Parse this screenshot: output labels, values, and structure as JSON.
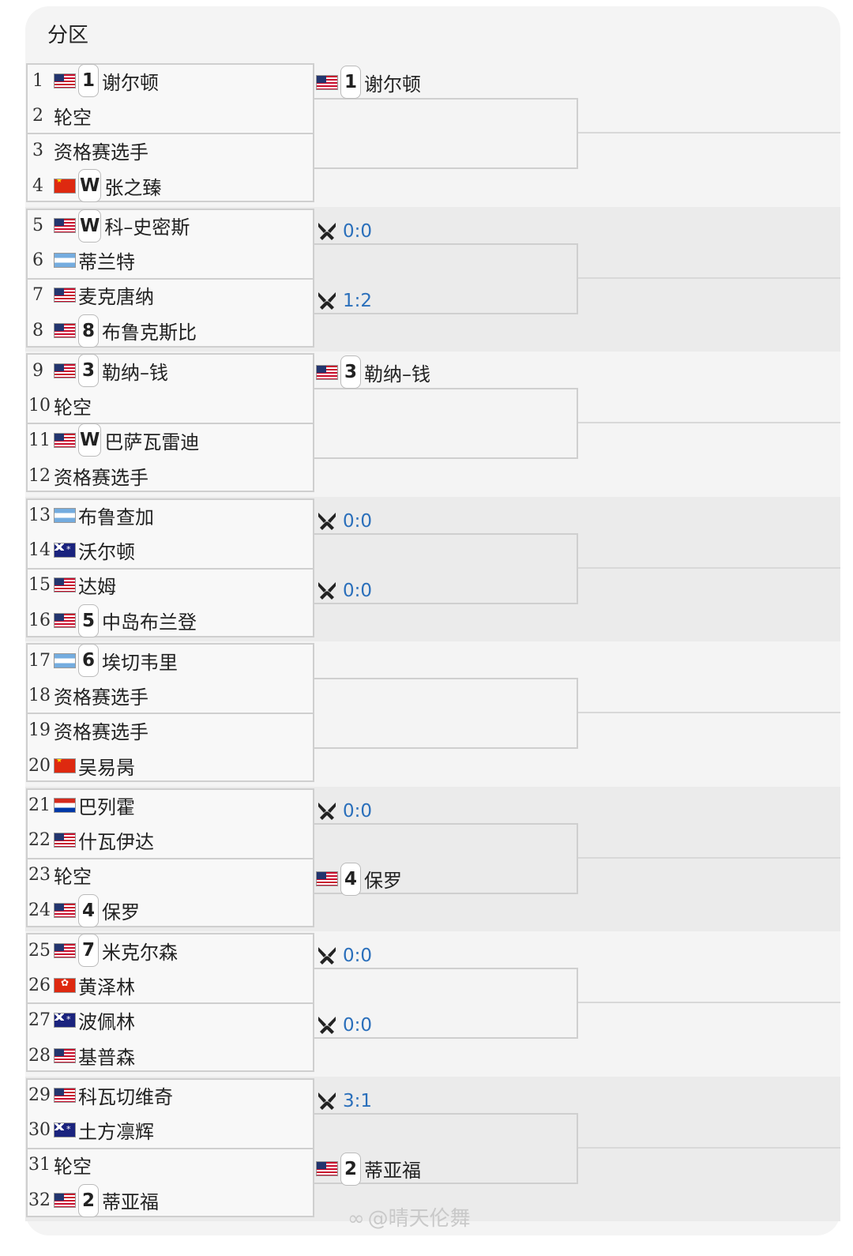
{
  "page": {
    "title": "分区"
  },
  "blocks": [
    {
      "players": [
        {
          "no": "1",
          "flag": "usa",
          "seed": "1",
          "name": "谢尔顿"
        },
        {
          "no": "2",
          "flag": "",
          "seed": "",
          "name": "轮空"
        },
        {
          "no": "3",
          "flag": "",
          "seed": "",
          "name": "资格赛选手"
        },
        {
          "no": "4",
          "flag": "chn",
          "seed": "W",
          "name": "张之臻"
        }
      ],
      "r2": [
        {
          "type": "player",
          "flag": "usa",
          "seed": "1",
          "name": "谢尔顿"
        }
      ]
    },
    {
      "players": [
        {
          "no": "5",
          "flag": "usa",
          "seed": "W",
          "name": "科–史密斯"
        },
        {
          "no": "6",
          "flag": "arg",
          "seed": "",
          "name": "蒂兰特"
        },
        {
          "no": "7",
          "flag": "usa",
          "seed": "",
          "name": "麦克唐纳"
        },
        {
          "no": "8",
          "flag": "usa",
          "seed": "8",
          "name": "布鲁克斯比"
        }
      ],
      "r2": [
        {
          "type": "score",
          "score": "0:0"
        },
        {
          "type": "score",
          "score": "1:2"
        }
      ]
    },
    {
      "players": [
        {
          "no": "9",
          "flag": "usa",
          "seed": "3",
          "name": "勒纳–钱"
        },
        {
          "no": "10",
          "flag": "",
          "seed": "",
          "name": "轮空"
        },
        {
          "no": "11",
          "flag": "usa",
          "seed": "W",
          "name": "巴萨瓦雷迪"
        },
        {
          "no": "12",
          "flag": "",
          "seed": "",
          "name": "资格赛选手"
        }
      ],
      "r2": [
        {
          "type": "player",
          "flag": "usa",
          "seed": "3",
          "name": "勒纳–钱"
        }
      ]
    },
    {
      "players": [
        {
          "no": "13",
          "flag": "arg",
          "seed": "",
          "name": "布鲁查加"
        },
        {
          "no": "14",
          "flag": "aus",
          "seed": "",
          "name": "沃尔顿"
        },
        {
          "no": "15",
          "flag": "usa",
          "seed": "",
          "name": "达姆"
        },
        {
          "no": "16",
          "flag": "usa",
          "seed": "5",
          "name": "中岛布兰登"
        }
      ],
      "r2": [
        {
          "type": "score",
          "score": "0:0"
        },
        {
          "type": "score",
          "score": "0:0"
        }
      ]
    },
    {
      "players": [
        {
          "no": "17",
          "flag": "arg",
          "seed": "6",
          "name": "埃切韦里"
        },
        {
          "no": "18",
          "flag": "",
          "seed": "",
          "name": "资格赛选手"
        },
        {
          "no": "19",
          "flag": "",
          "seed": "",
          "name": "资格赛选手"
        },
        {
          "no": "20",
          "flag": "chn",
          "seed": "",
          "name": "吴易昺"
        }
      ],
      "r2": []
    },
    {
      "players": [
        {
          "no": "21",
          "flag": "par",
          "seed": "",
          "name": "巴列霍"
        },
        {
          "no": "22",
          "flag": "usa",
          "seed": "",
          "name": "什瓦伊达"
        },
        {
          "no": "23",
          "flag": "",
          "seed": "",
          "name": "轮空"
        },
        {
          "no": "24",
          "flag": "usa",
          "seed": "4",
          "name": "保罗"
        }
      ],
      "r2": [
        {
          "type": "score",
          "score": "0:0"
        },
        {
          "type": "player",
          "flag": "usa",
          "seed": "4",
          "name": "保罗"
        }
      ]
    },
    {
      "players": [
        {
          "no": "25",
          "flag": "usa",
          "seed": "7",
          "name": "米克尔森"
        },
        {
          "no": "26",
          "flag": "hkg",
          "seed": "",
          "name": "黄泽林"
        },
        {
          "no": "27",
          "flag": "aus",
          "seed": "",
          "name": "波佩林"
        },
        {
          "no": "28",
          "flag": "usa",
          "seed": "",
          "name": "基普森"
        }
      ],
      "r2": [
        {
          "type": "score",
          "score": "0:0"
        },
        {
          "type": "score",
          "score": "0:0"
        }
      ]
    },
    {
      "players": [
        {
          "no": "29",
          "flag": "usa",
          "seed": "",
          "name": "科瓦切维奇"
        },
        {
          "no": "30",
          "flag": "aus",
          "seed": "",
          "name": "土方凛辉"
        },
        {
          "no": "31",
          "flag": "",
          "seed": "",
          "name": "轮空"
        },
        {
          "no": "32",
          "flag": "usa",
          "seed": "2",
          "name": "蒂亚福"
        }
      ],
      "r2": [
        {
          "type": "score",
          "score": "3:1"
        },
        {
          "type": "player",
          "flag": "usa",
          "seed": "2",
          "name": "蒂亚福"
        }
      ]
    }
  ],
  "watermark": "@晴天伦舞"
}
